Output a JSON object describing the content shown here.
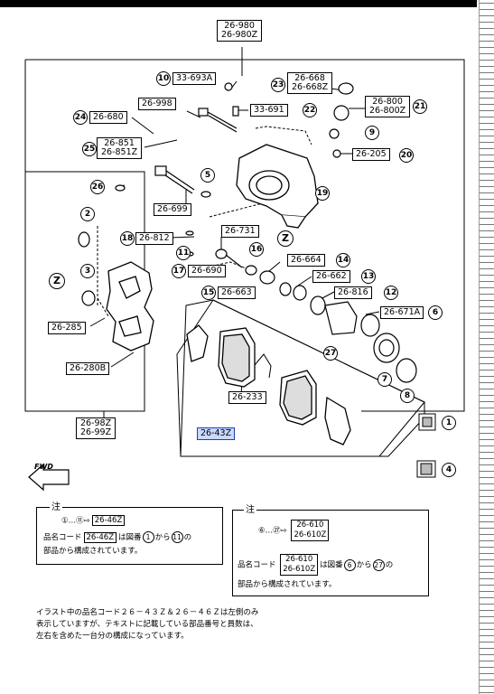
{
  "assembly_main": [
    "26-980",
    "26-980Z"
  ],
  "labels": {
    "l10": "33-693A",
    "l23": [
      "26-668",
      "26-668Z"
    ],
    "l24": "26-680",
    "l_998": "26-998",
    "l22": "33-691",
    "l21": [
      "26-800",
      "26-800Z"
    ],
    "l25": [
      "26-851",
      "26-851Z"
    ],
    "l20": "26-205",
    "l26": "",
    "l_699": "26-699",
    "l18": "26-812",
    "l_731": "26-731",
    "l17": "26-690",
    "l14": "26-664",
    "l13": "26-662",
    "l15": "26-663",
    "l12": "26-816",
    "l6": "26-671A",
    "l_285": "26-285",
    "l_280": "26-280B",
    "l_233": "26-233",
    "l_98": [
      "26-98Z",
      "26-99Z"
    ],
    "l_43": "26-43Z"
  },
  "callouts": {
    "n10": "10",
    "n23": "23",
    "n24": "24",
    "n22": "22",
    "n21": "21",
    "n9": "9",
    "n25": "25",
    "n20": "20",
    "n5": "5",
    "n26": "26",
    "n19": "19",
    "n2": "2",
    "n18": "18",
    "n11": "11",
    "n16": "16",
    "n14": "14",
    "n17": "17",
    "n13": "13",
    "n3": "3",
    "n15": "15",
    "n12": "12",
    "n6": "6",
    "n27": "27",
    "n7": "7",
    "n8": "8",
    "n1": "1",
    "n4": "4",
    "z": "Z"
  },
  "fwd": "FWD",
  "notes": {
    "left": {
      "title": "注",
      "line1_range": "①…⑪⇨",
      "line1_code": "26-46Z",
      "line2_prefix": "品名コード",
      "line2_code": "26-46Z",
      "line2_mid": "は図番",
      "line2_from": "1",
      "line2_kara": "から",
      "line2_to": "11",
      "line2_suffix": "の",
      "line3": "部品から構成されています。"
    },
    "right": {
      "title": "注",
      "line1_range": "⑥…㉗⇨",
      "line1_code": [
        "26-610",
        "26-610Z"
      ],
      "line2_prefix": "品名コード",
      "line2_code": [
        "26-610",
        "26-610Z"
      ],
      "line2_mid": "は図番",
      "line2_from": "6",
      "line2_kara": "から",
      "line2_to": "27",
      "line2_suffix": "の",
      "line3": "部品から構成されています。"
    }
  },
  "footer": "イラスト中の品名コード２６－４３Ｚ＆２６－４６Ｚは左側のみ\n表示していますが、テキストに記載している部品番号と員数は、\n左右を含めた一台分の構成になっています。"
}
